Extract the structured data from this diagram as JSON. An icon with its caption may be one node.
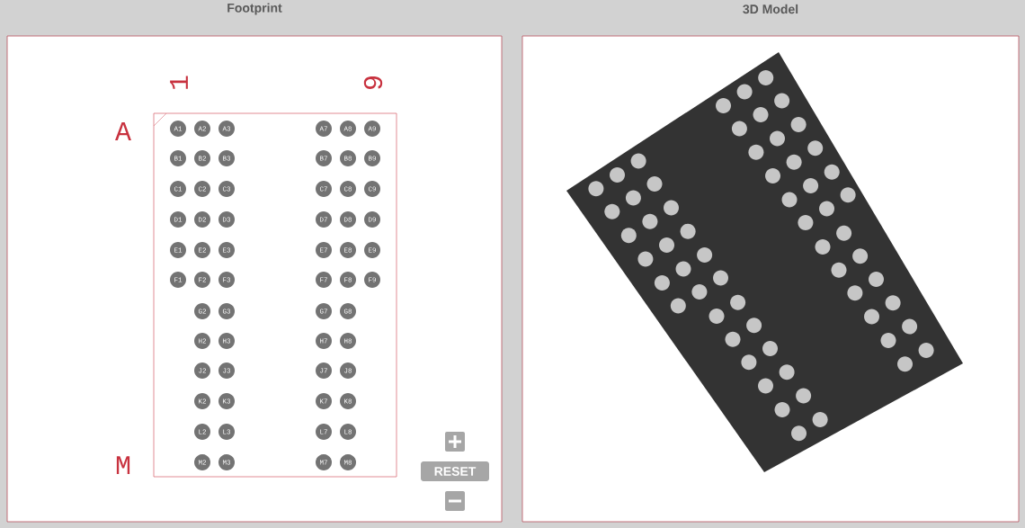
{
  "diagram": {
    "nodes": [
      {
        "text": [
          "Footprint"
        ]
      },
      {
        "text": [
          "3D Model"
        ]
      },
      {
        "text": [],
        "shape": "box",
        "in": 0
      },
      {
        "text": [
          "A1"
        ],
        "in": 2
      },
      {
        "text": [
          "A2"
        ],
        "in": 2
      },
      {
        "text": [
          "A3"
        ],
        "in": 2
      },
      {
        "text": [
          "A7"
        ],
        "in": 2
      },
      {
        "text": [
          "A8"
        ],
        "in": 2
      },
      {
        "text": [
          "A9"
        ],
        "in": 2
      },
      {
        "text": [
          "B1"
        ],
        "in": 2
      },
      {
        "text": [
          "B2"
        ],
        "in": 2
      },
      {
        "text": [
          "B3"
        ],
        "in": 2
      },
      {
        "text": [
          "B7"
        ],
        "in": 2
      },
      {
        "text": [
          "B8"
        ],
        "in": 2
      },
      {
        "text": [
          "B9"
        ],
        "in": 2
      },
      {
        "text": [
          "C1"
        ],
        "in": 2
      },
      {
        "text": [
          "C2"
        ],
        "in": 2
      },
      {
        "text": [
          "C3"
        ],
        "in": 2
      },
      {
        "text": [
          "C7"
        ],
        "in": 2
      },
      {
        "text": [
          "C8"
        ],
        "in": 2
      },
      {
        "text": [
          "C9"
        ],
        "in": 2
      },
      {
        "text": [
          "D1"
        ],
        "in": 2
      },
      {
        "text": [
          "D2"
        ],
        "in": 2
      },
      {
        "text": [
          "D3"
        ],
        "in": 2
      },
      {
        "text": [
          "D7"
        ],
        "in": 2
      },
      {
        "text": [
          "D8"
        ],
        "in": 2
      },
      {
        "text": [
          "D9"
        ],
        "in": 2
      },
      {
        "text": [
          "E1"
        ],
        "in": 2
      },
      {
        "text": [
          "E2"
        ],
        "in": 2
      },
      {
        "text": [
          "E3"
        ],
        "in": 2
      },
      {
        "text": [
          "E7"
        ],
        "in": 2
      },
      {
        "text": [
          "E8"
        ],
        "in": 2
      },
      {
        "text": [
          "E9"
        ],
        "in": 2
      },
      {
        "text": [
          "F1"
        ],
        "in": 2
      },
      {
        "text": [
          "F2"
        ],
        "in": 2
      },
      {
        "text": [
          "F3"
        ],
        "in": 2
      },
      {
        "text": [
          "F7"
        ],
        "in": 2
      },
      {
        "text": [
          "F8"
        ],
        "in": 2
      },
      {
        "text": [
          "F9"
        ],
        "in": 2
      },
      {
        "text": [
          "G2"
        ],
        "in": 2
      },
      {
        "text": [
          "G3"
        ],
        "in": 2
      },
      {
        "text": [
          "G7"
        ],
        "in": 2
      },
      {
        "text": [
          "G8"
        ],
        "in": 2
      },
      {
        "text": [
          "H2"
        ],
        "in": 2
      },
      {
        "text": [
          "H3"
        ],
        "in": 2
      },
      {
        "text": [
          "H7"
        ],
        "in": 2
      },
      {
        "text": [
          "H8"
        ],
        "in": 2
      },
      {
        "text": [
          "J2"
        ],
        "in": 2
      },
      {
        "text": [
          "J3"
        ],
        "in": 2
      },
      {
        "text": [
          "J7"
        ],
        "in": 2
      },
      {
        "text": [
          "J8"
        ],
        "in": 2
      },
      {
        "text": [
          "K2"
        ],
        "in": 2
      },
      {
        "text": [
          "K3"
        ],
        "in": 2
      },
      {
        "text": [
          "K7"
        ],
        "in": 2
      },
      {
        "text": [
          "K8"
        ],
        "in": 2
      },
      {
        "text": [
          "L2"
        ],
        "in": 2
      },
      {
        "text": [
          "L3"
        ],
        "in": 2
      },
      {
        "text": [
          "L7"
        ],
        "in": 2
      },
      {
        "text": [
          "L8"
        ],
        "in": 2
      },
      {
        "text": [
          "M2"
        ],
        "in": 2
      },
      {
        "text": [
          "M3"
        ],
        "in": 2
      },
      {
        "text": [
          "M7"
        ],
        "in": 2
      },
      {
        "text": [
          "M8"
        ],
        "in": 2
      }
    ],
    "labels": [
      "1",
      "9",
      "A",
      "M",
      "RESET"
    ]
  }
}
